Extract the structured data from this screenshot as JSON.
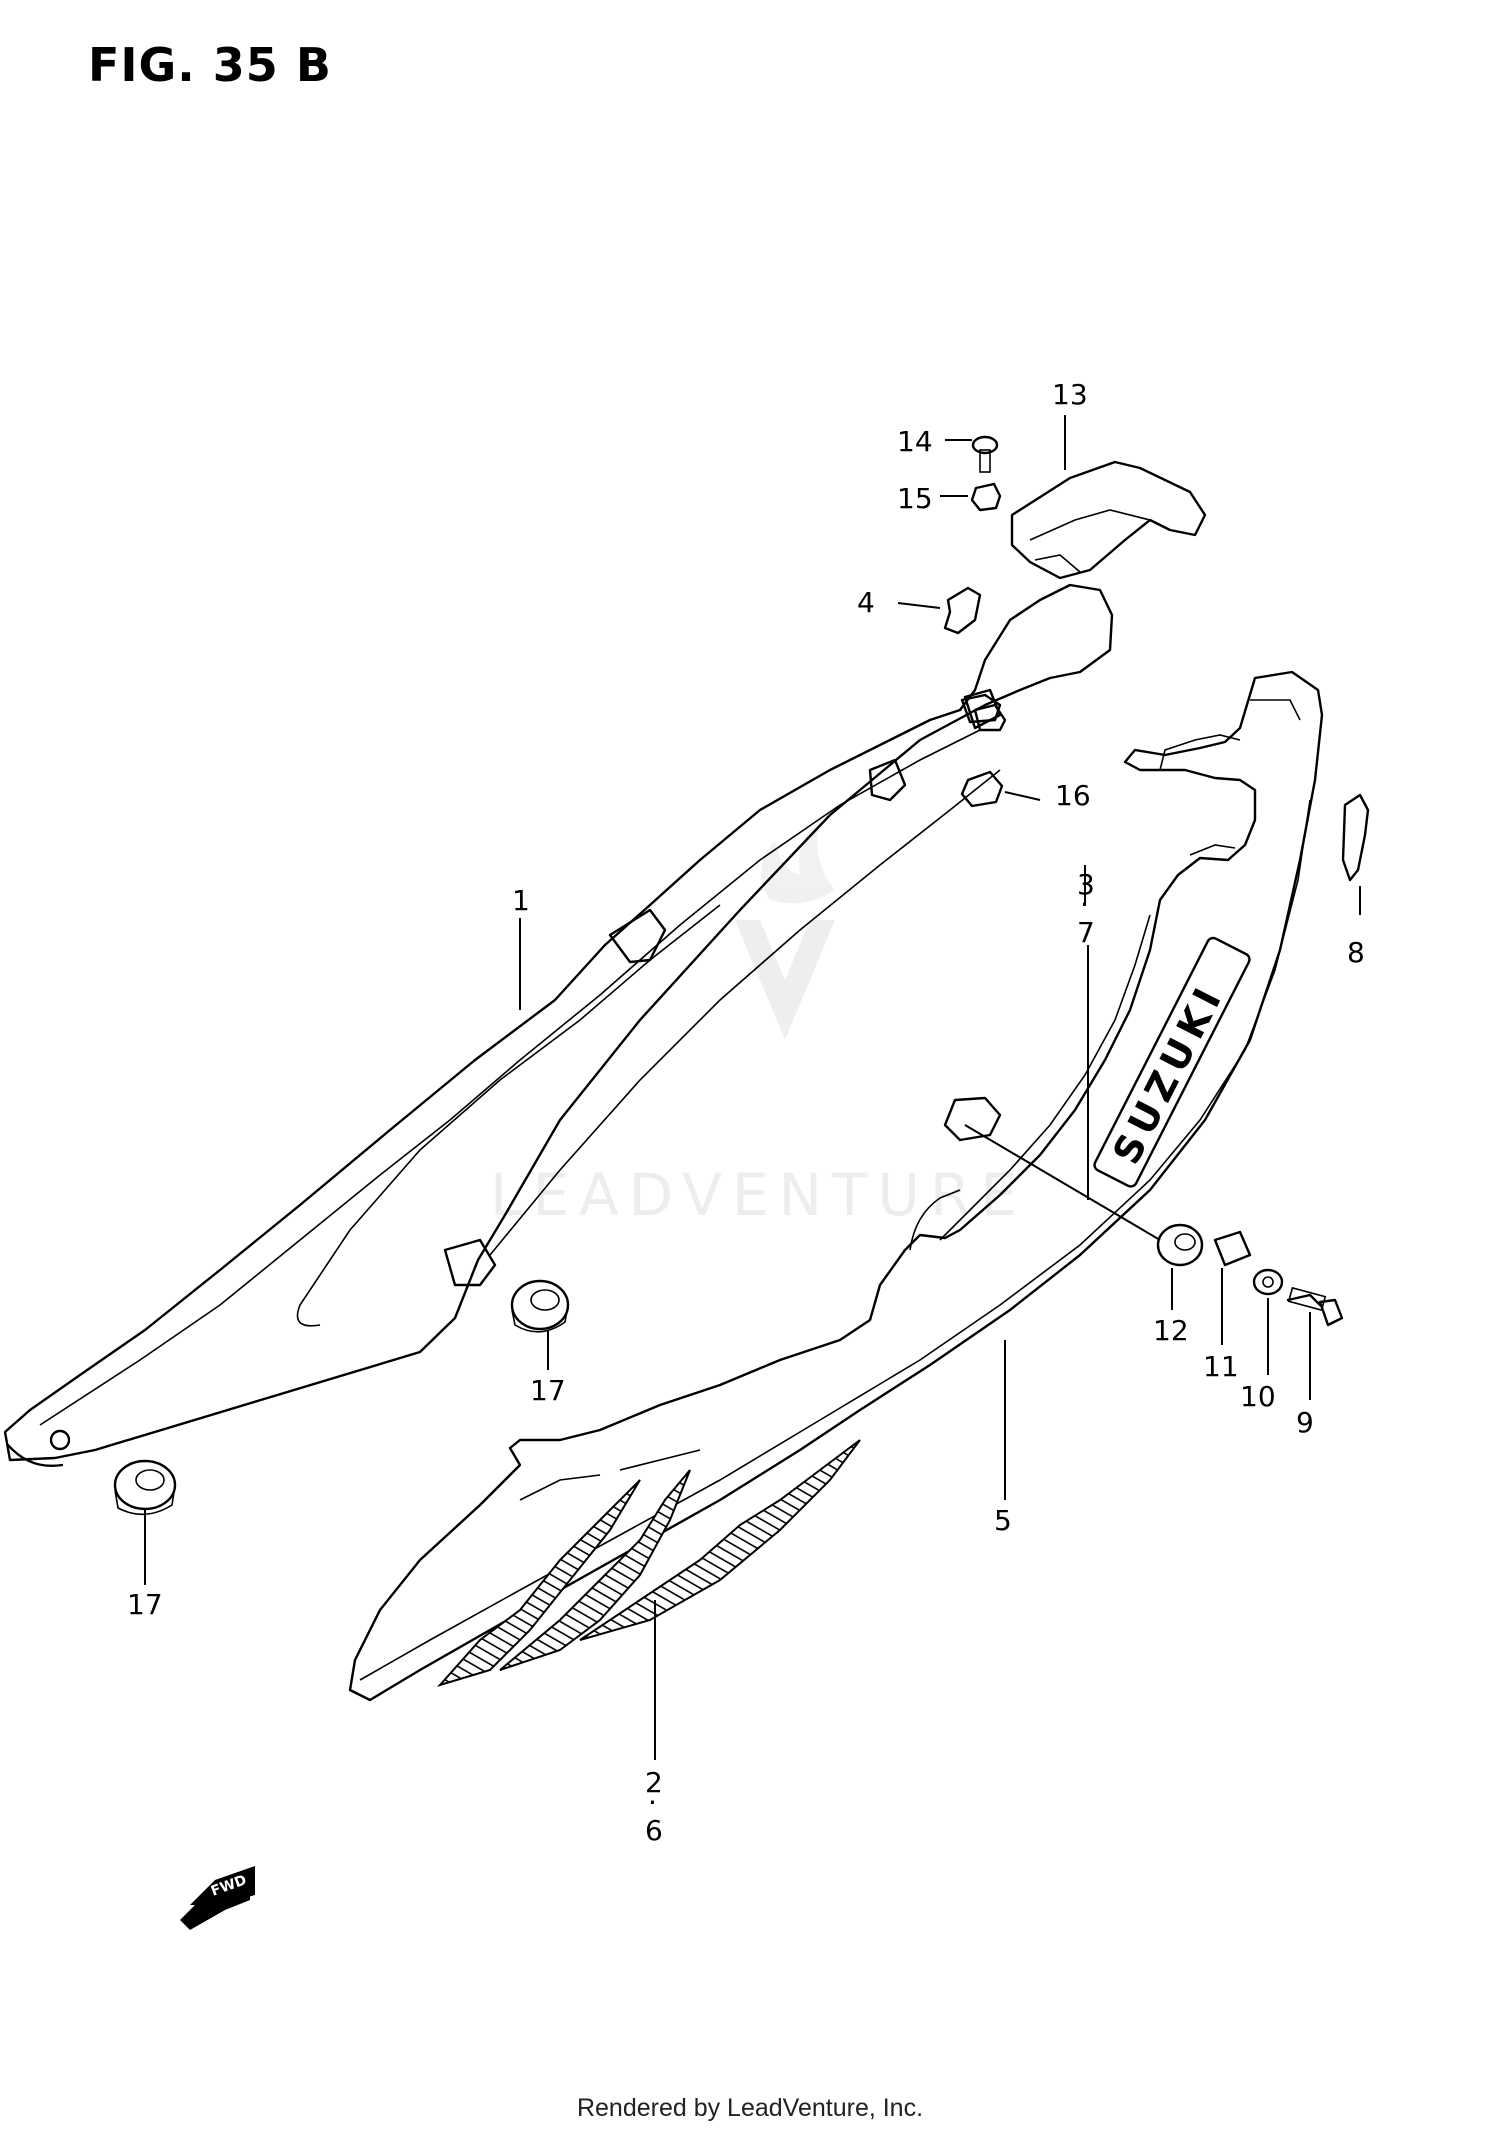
{
  "figure": {
    "title": "FIG. 35 B"
  },
  "callouts": [
    "1",
    "2",
    "3",
    "4",
    "5",
    "6",
    "7",
    "8",
    "9",
    "10",
    "11",
    "12",
    "13",
    "14",
    "15",
    "16",
    "17",
    "17"
  ],
  "separator": "·",
  "badge": "FWD",
  "decal_text": "SUZUKI",
  "watermark": "LEADVENTURE",
  "footer": {
    "text": "Rendered by LeadVenture, Inc."
  }
}
